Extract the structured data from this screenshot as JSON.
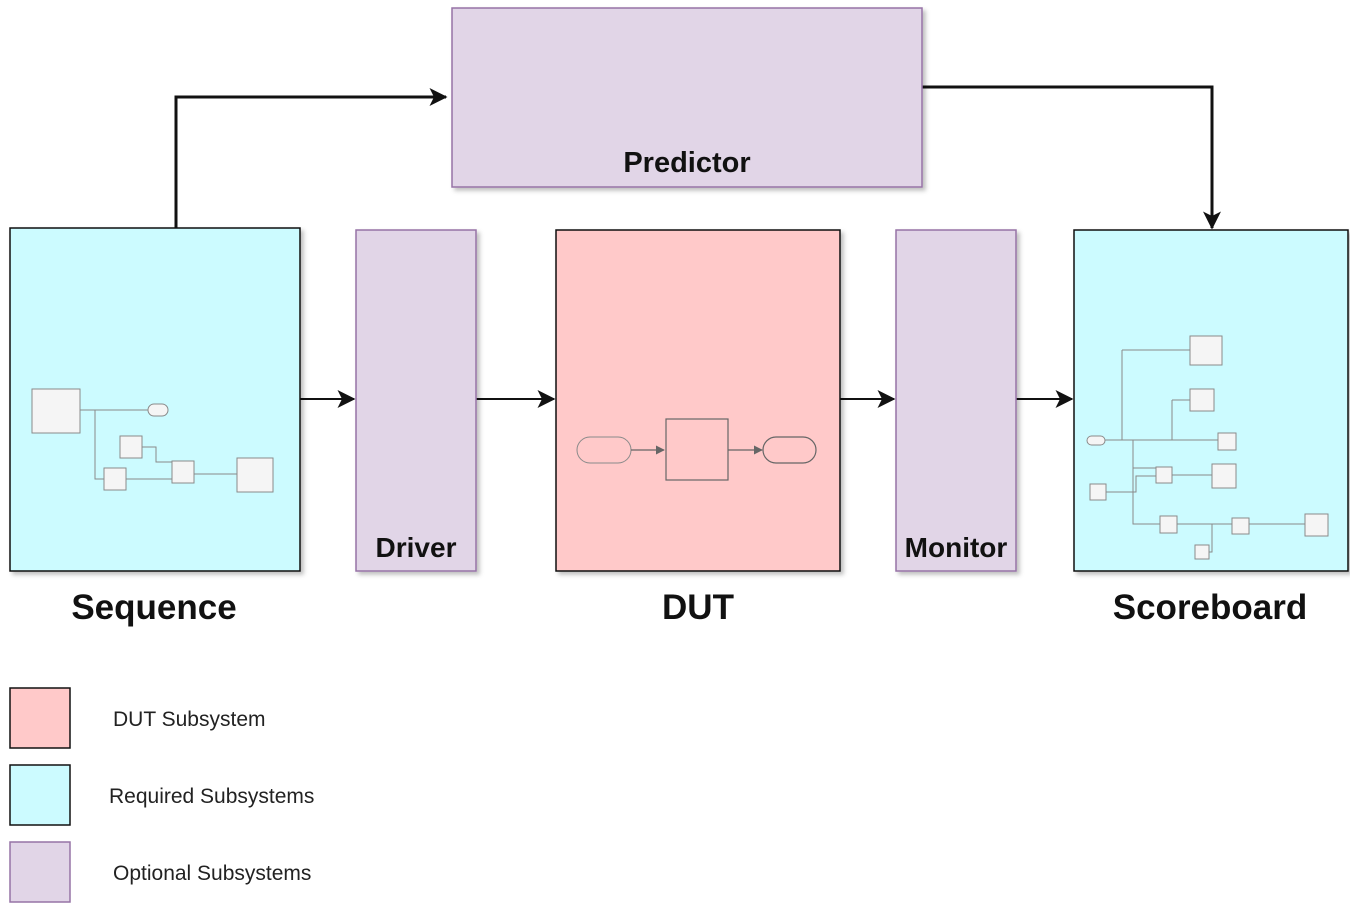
{
  "blocks": {
    "predictor": {
      "label": "Predictor"
    },
    "sequence": {
      "label": "Sequence"
    },
    "driver": {
      "label": "Driver"
    },
    "dut": {
      "label": "DUT"
    },
    "monitor": {
      "label": "Monitor"
    },
    "scoreboard": {
      "label": "Scoreboard"
    }
  },
  "legend": [
    {
      "label": "DUT Subsystem",
      "color": "#ffc9c9"
    },
    {
      "label": "Required Subsystems",
      "color": "#ccfbff"
    },
    {
      "label": "Optional Subsystems",
      "color": "#e1d5e7"
    }
  ],
  "colors": {
    "dut": "#ffc9c9",
    "required": "#ccfbff",
    "optional": "#e1d5e7",
    "optional_border": "#9673a6",
    "connector": "#111111"
  }
}
